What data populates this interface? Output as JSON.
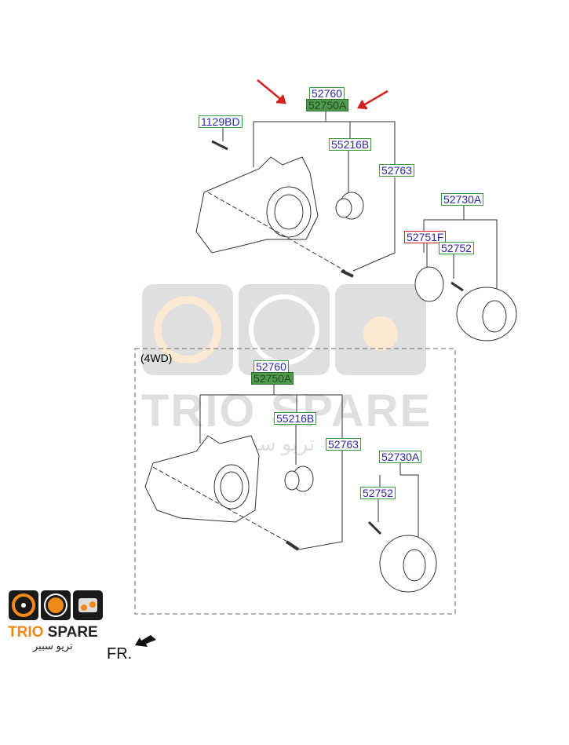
{
  "upper": {
    "labels": {
      "p52760": "52760",
      "p52750A": "52750A",
      "p1129BD": "1129BD",
      "p55216B": "55216B",
      "p52763": "52763",
      "p52730A": "52730A",
      "p52751F": "52751F",
      "p52752": "52752"
    }
  },
  "lower": {
    "variant": "(4WD)",
    "labels": {
      "p52760": "52760",
      "p52750A": "52750A",
      "p55216B": "55216B",
      "p52763": "52763",
      "p52730A": "52730A",
      "p52752": "52752"
    }
  },
  "direction_label": "FR.",
  "logo": {
    "brand_primary": "TRIO",
    "brand_secondary": "SPARE",
    "arabic": "تريو سبير"
  },
  "watermark": {
    "text": "TRIO SPARE",
    "arabic": "تريو سبير"
  },
  "colors": {
    "label_border": "#3c9a3c",
    "label_text": "#2a2aa8",
    "highlight": "#4f9a4f",
    "arrow": "#d42020",
    "brand_orange": "#f28a1a"
  }
}
